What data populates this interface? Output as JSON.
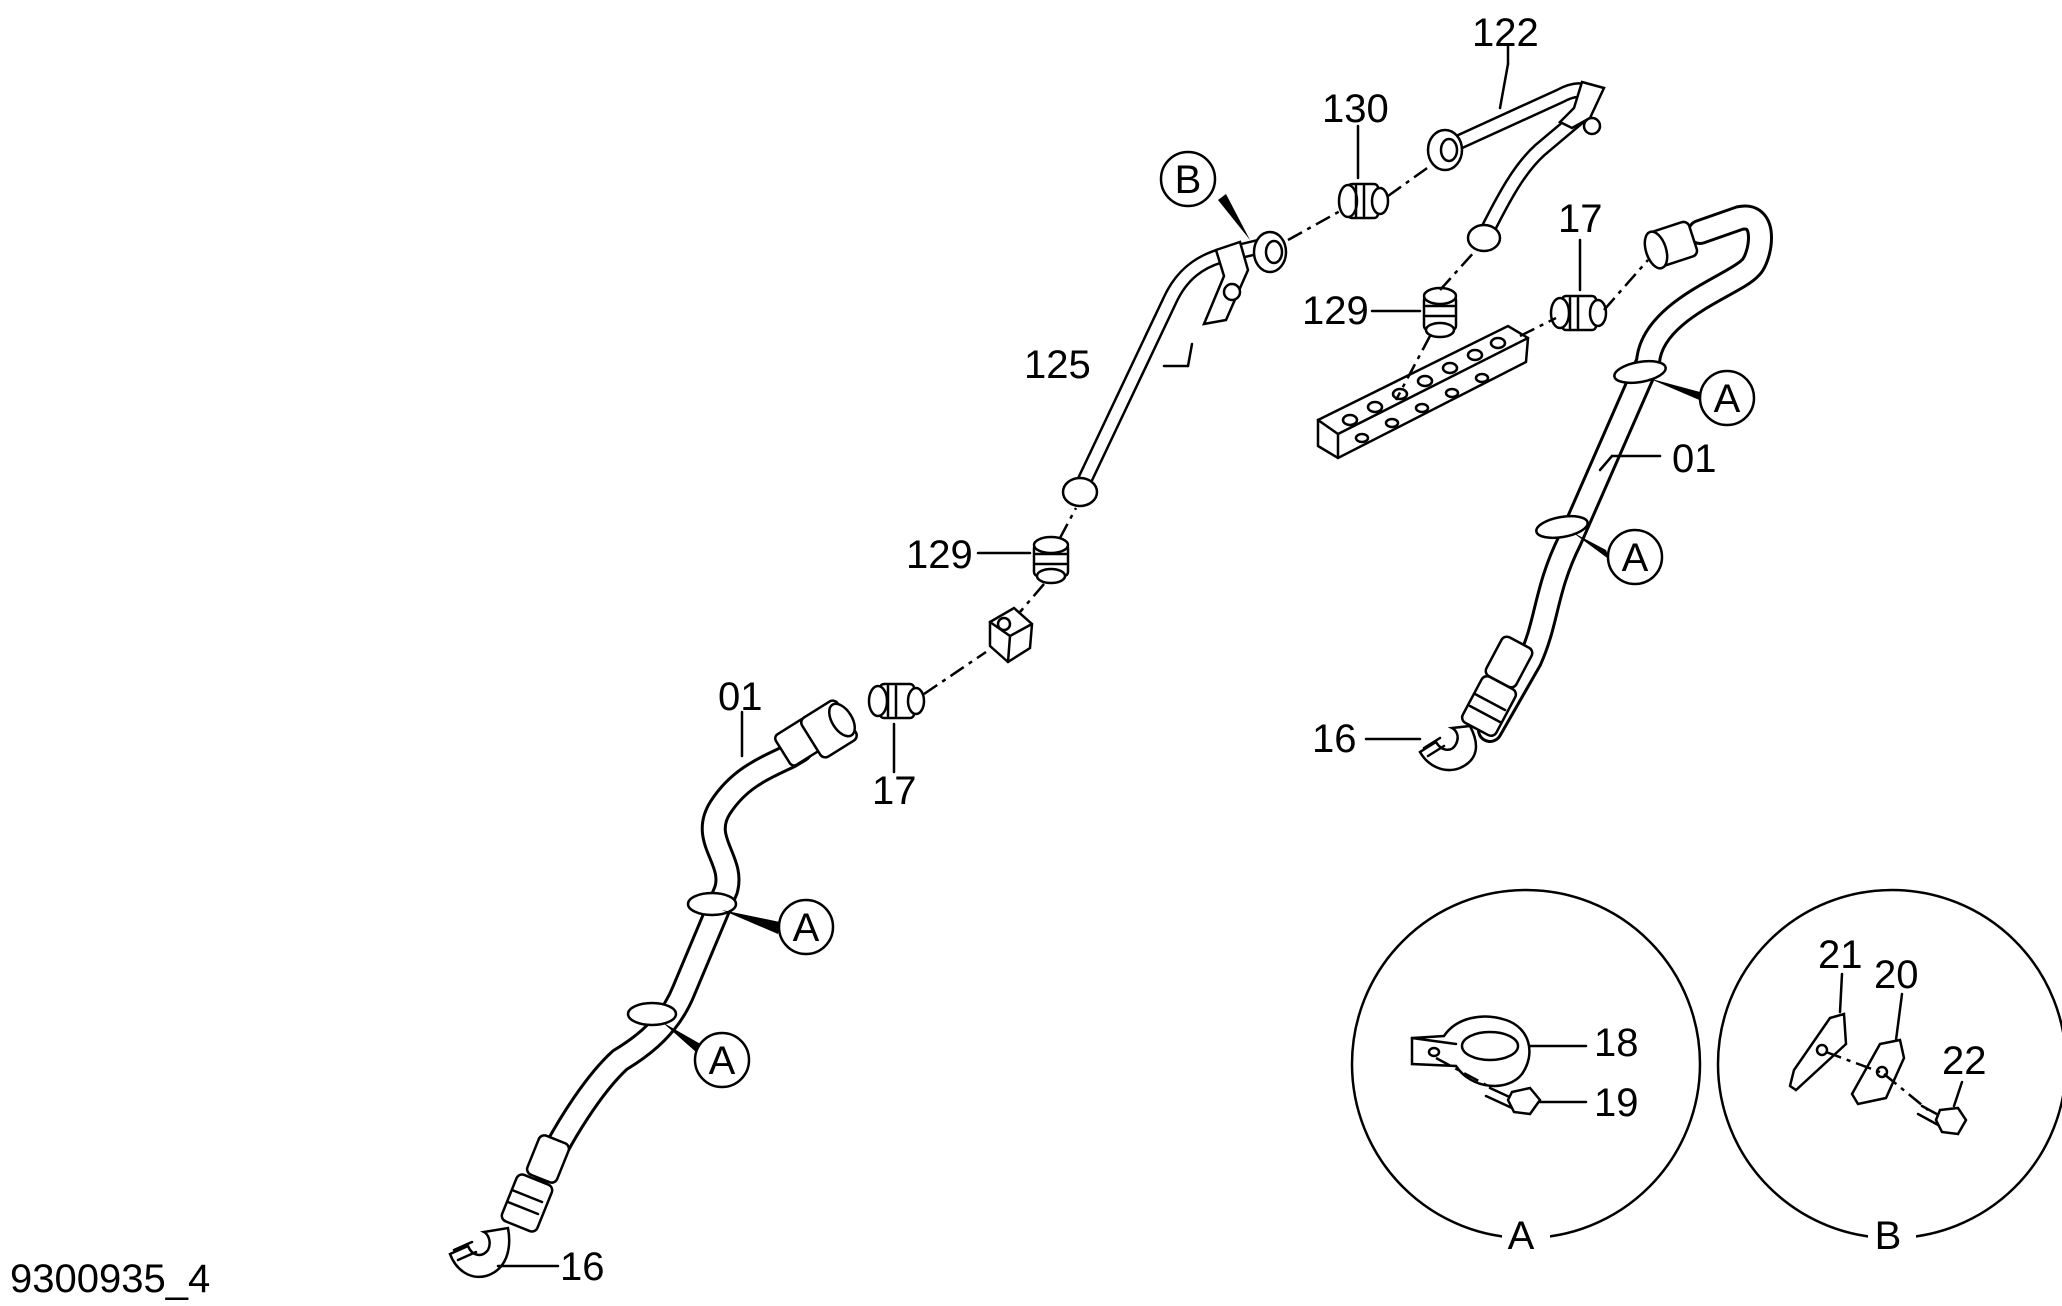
{
  "drawing_id": "9300935_4",
  "labels": {
    "p122": "122",
    "p130": "130",
    "p125": "125",
    "p129_upper": "129",
    "p17_upper": "17",
    "p01_right": "01",
    "p16_right": "16",
    "p129_lower": "129",
    "p01_left": "01",
    "p17_lower": "17",
    "p16_left": "16",
    "p18": "18",
    "p19": "19",
    "p21": "21",
    "p20": "20",
    "p22": "22"
  },
  "callouts": {
    "b_top": "B",
    "a_right_1": "A",
    "a_right_2": "A",
    "a_left_1": "A",
    "a_left_2": "A"
  },
  "details": {
    "a": {
      "title": "A"
    },
    "b": {
      "title": "B"
    }
  }
}
